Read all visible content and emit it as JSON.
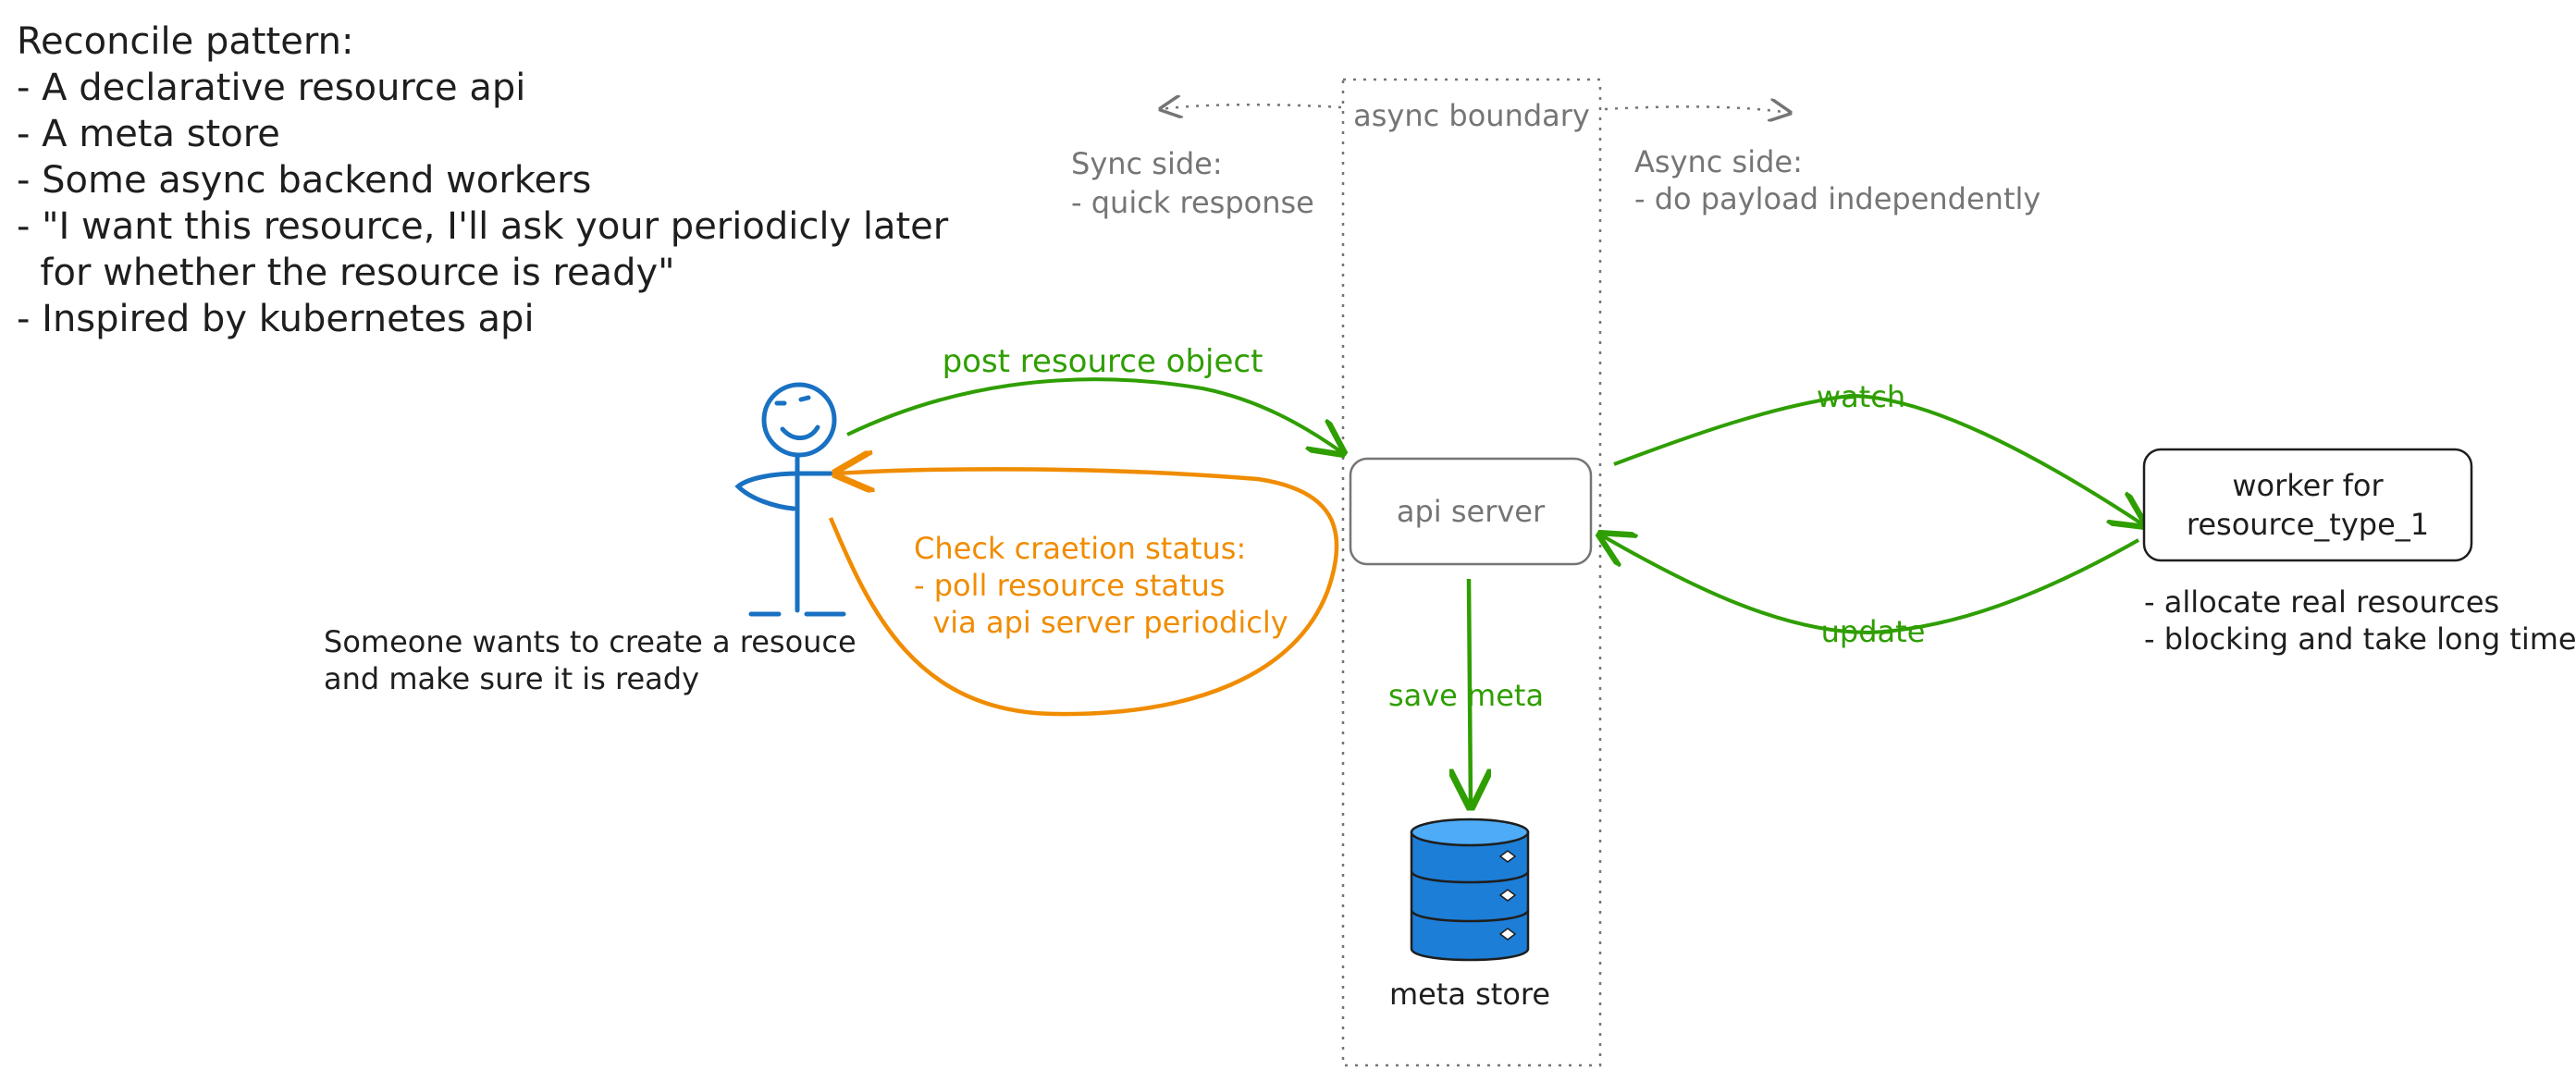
{
  "intro": {
    "title": "Reconcile pattern:",
    "bullets": [
      "- A declarative resource api",
      "- A meta store",
      "- Some async backend workers",
      "- \"I want this resource, I'll ask your periodicly later",
      "  for whether the resource is ready\"",
      "- Inspired by kubernetes api"
    ]
  },
  "boundary": {
    "label": "async boundary",
    "sync_side": [
      "Sync side:",
      "- quick response"
    ],
    "async_side": [
      "Async side:",
      "- do payload independently"
    ]
  },
  "user": {
    "caption": [
      "Someone wants to create a resouce",
      "and make sure it is ready"
    ]
  },
  "edges": {
    "post": "post resource object",
    "check": [
      "Check craetion status:",
      "- poll resource status",
      "  via api server periodicly"
    ],
    "watch": "watch",
    "update": "update",
    "save": "save meta"
  },
  "api_server": {
    "label": "api server"
  },
  "worker": {
    "label": [
      "worker for",
      "resource_type_1"
    ],
    "notes": [
      "- allocate real resources",
      "- blocking and take long time"
    ]
  },
  "meta_store": {
    "label": "meta store"
  },
  "colors": {
    "ink": "#1e1e1e",
    "muted": "#757575",
    "green": "#2f9e00",
    "orange": "#f08c00",
    "user_blue": "#1971c2",
    "db_blue": "#1c7ed6"
  }
}
